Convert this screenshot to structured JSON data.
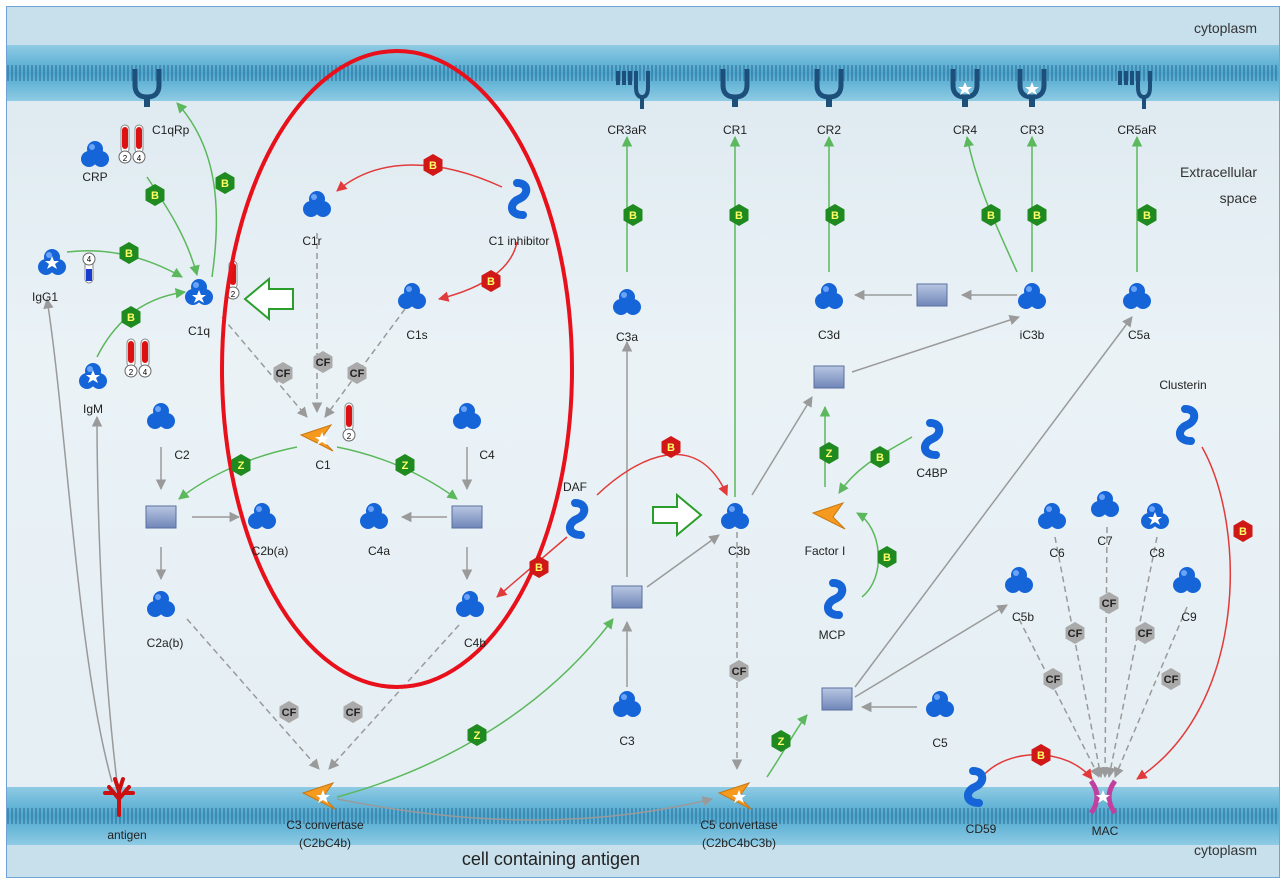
{
  "compartments": {
    "cytoplasm_top": "cytoplasm",
    "extracellular_line1": "Extracellular",
    "extracellular_line2": "space",
    "cytoplasm_bottom": "cytoplasm",
    "cell_label": "cell containing antigen"
  },
  "colors": {
    "membrane": "#5fb0d3",
    "protein": "#1565d8",
    "enzyme": "#f59a1f",
    "complex": "#8da0c8",
    "arrow_green": "#5cb85c",
    "arrow_red": "#e23a3a",
    "arrow_gray": "#9a9a9a",
    "hex_green": "#1f8a1f",
    "hex_red": "#d01818",
    "hex_gray": "#aaaaaa",
    "highlight": "#e8101a",
    "receptor": "#1c4f7a",
    "mac": "#c040a0",
    "antigen": "#cc1010"
  },
  "labels": {
    "crp": "CRP",
    "cqrp": "C1qRp",
    "igg1": "IgG1",
    "c1q": "C1q",
    "igm": "IgM",
    "c1r": "C1r",
    "c1inh": "C1 inhibitor",
    "c1s": "C1s",
    "c1": "C1",
    "c2": "C2",
    "c4": "C4",
    "c2ba": "C2b(a)",
    "c4a": "C4a",
    "c2ab": "C2a(b)",
    "c4b": "C4b",
    "daf": "DAF",
    "c3a": "C3a",
    "c3": "C3",
    "c3b": "C3b",
    "c3d": "C3d",
    "ic3b": "iC3b",
    "c5a": "C5a",
    "c4bp": "C4BP",
    "factori": "Factor I",
    "mcp": "MCP",
    "clusterin": "Clusterin",
    "c6": "C6",
    "c7": "C7",
    "c8": "C8",
    "c9": "C9",
    "c5b": "C5b",
    "c5": "C5",
    "cr3ar": "CR3aR",
    "cr1": "CR1",
    "cr2": "CR2",
    "cr4": "CR4",
    "cr3": "CR3",
    "cr5ar": "CR5aR",
    "antigen": "antigen",
    "c3conv1": "C3 convertase",
    "c3conv2": "(C2bC4b)",
    "c5conv1": "C5 convertase",
    "c5conv2": "(C2bC4bC3b)",
    "cd59": "CD59",
    "mac": "MAC"
  },
  "badges": {
    "binding": "B",
    "cleavage": "Z",
    "complex_formation": "CF",
    "thermo_c1q": "2",
    "thermo_c1": "2",
    "thermo_igg1": "4",
    "thermo_top_a": "2",
    "thermo_top_b": "4",
    "thermo_igm_a": "2",
    "thermo_igm_b": "4"
  },
  "icons": {
    "protein": "protein-trefoil-icon",
    "ligand": "ligand-s-icon",
    "enzyme": "enzyme-wedge-icon",
    "complex": "complex-square-icon",
    "receptor": "receptor-icon",
    "highlight_arrow": "outline-arrow-icon",
    "thermometer": "expression-thermometer-icon",
    "focus": "red-ellipse-highlight"
  }
}
